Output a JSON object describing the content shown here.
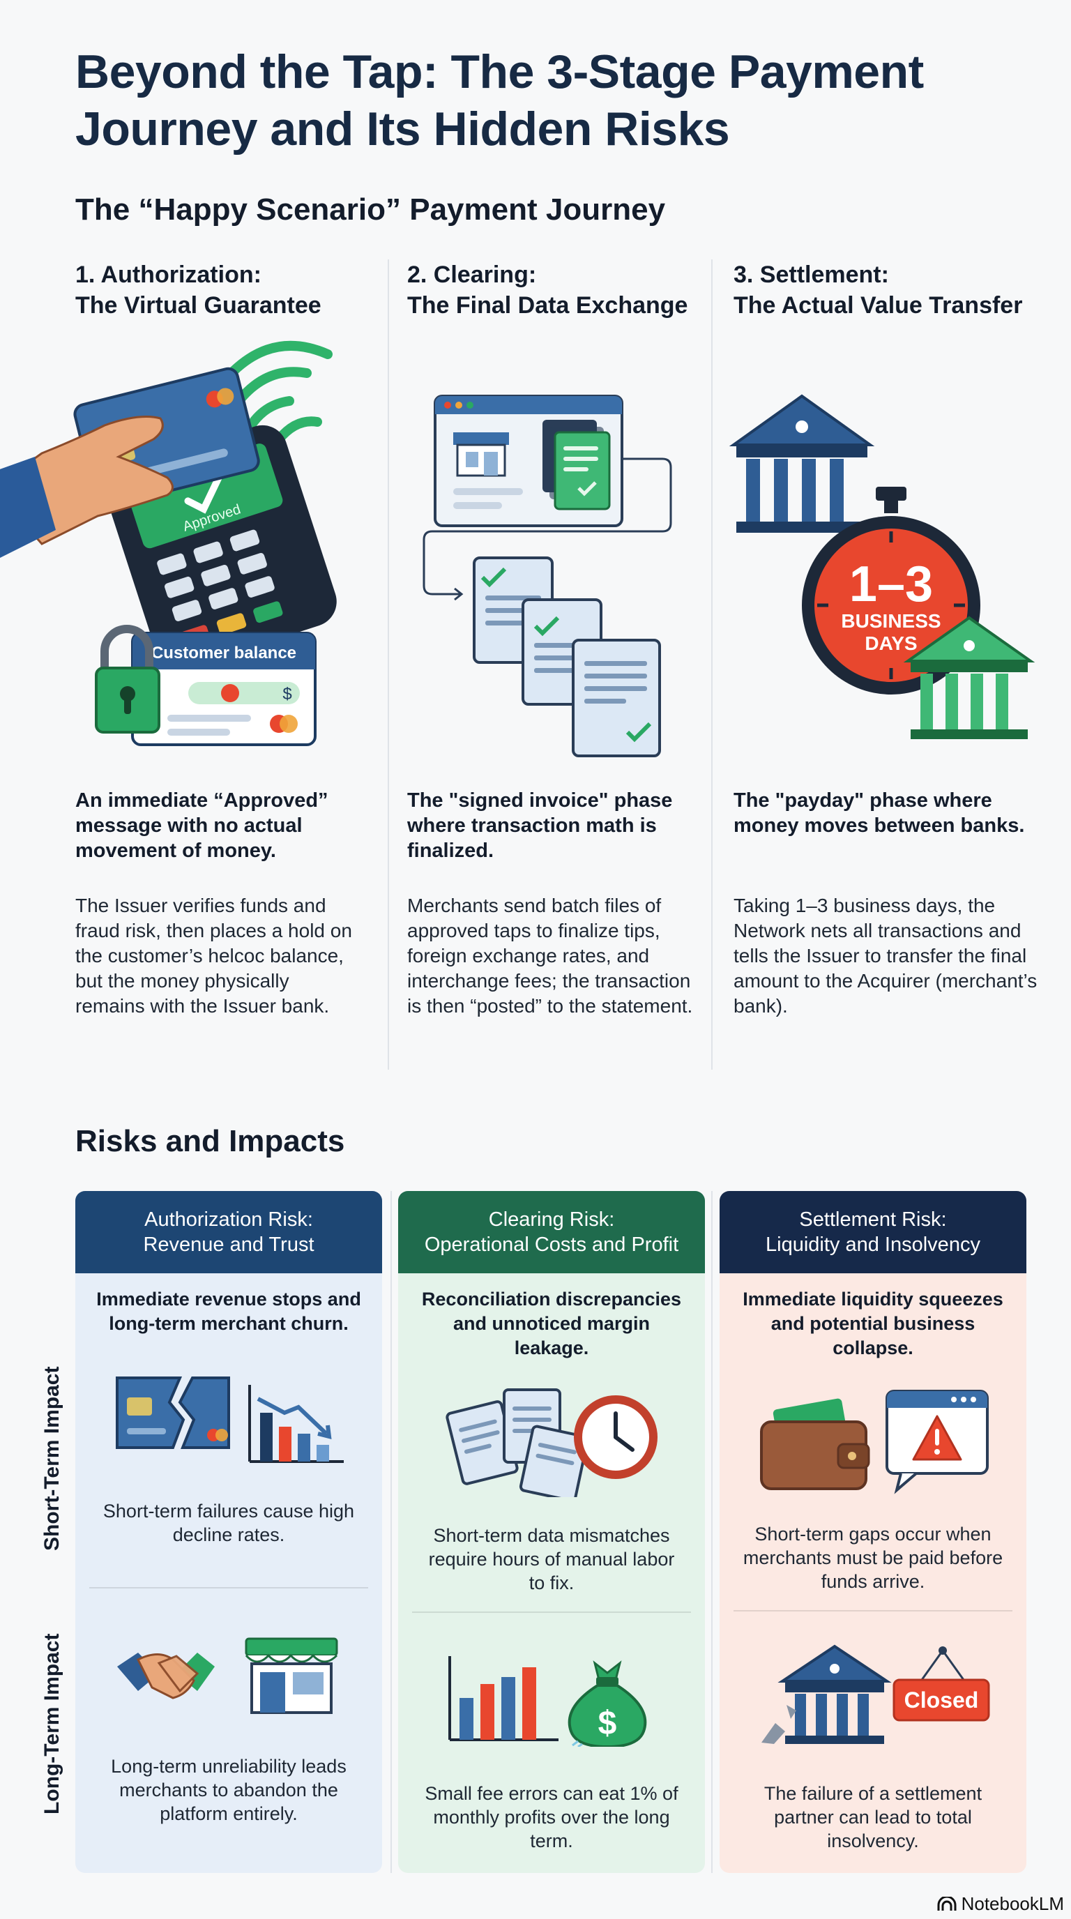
{
  "title": "Beyond the Tap: The 3-Stage Payment Journey and Its Hidden Risks",
  "journey_section_title": "The “Happy Scenario” Payment Journey",
  "stages": [
    {
      "heading_line1": "1. Authorization:",
      "heading_line2": "The Virtual Guarantee",
      "lead": "An immediate “Approved” message with no actual movement of money.",
      "body": "The Issuer verifies funds and fraud risk, then places a hold on the customer’s helcoc balance, but the money physically remains with the Issuer bank.",
      "illustration_labels": {
        "approved": "Approved",
        "balance": "Customer balance",
        "dollar": "$"
      }
    },
    {
      "heading_line1": "2. Clearing:",
      "heading_line2": "The Final Data Exchange",
      "lead": "The \"signed invoice\" phase where transaction math is finalized.",
      "body": "Merchants send batch files of approved taps to finalize tips, foreign exchange rates, and interchange fees; the transaction is then “posted” to the statement."
    },
    {
      "heading_line1": "3. Settlement:",
      "heading_line2": "The Actual Value Transfer",
      "lead": "The \"payday\" phase where money moves between banks.",
      "body": "Taking 1–3 business days, the Network nets all transactions and tells the Issuer to transfer the final amount to the Acquirer (merchant’s bank).",
      "illustration_labels": {
        "days_number": "1–3",
        "days_line1": "BUSINESS",
        "days_line2": "DAYS"
      }
    }
  ],
  "risks_section_title": "Risks and Impacts",
  "row_labels": {
    "short": "Short-Term Impact",
    "long": "Long-Term Impact"
  },
  "risks": [
    {
      "head_line1": "Authorization Risk:",
      "head_line2": "Revenue and Trust",
      "lead": "Immediate revenue stops and long-term merchant churn.",
      "short_text": "Short-term failures cause high decline rates.",
      "long_text": "Long-term unreliability leads merchants to abandon the platform entirely.",
      "header_color": "#1d4673",
      "bg_color": "#e6eef8"
    },
    {
      "head_line1": "Clearing Risk:",
      "head_line2": "Operational Costs and Profit",
      "lead": "Reconciliation discrepancies and unnoticed margin leakage.",
      "short_text": "Short-term data mismatches require hours of manual labor to fix.",
      "long_text": "Small fee errors can eat 1% of monthly profits over the long term.",
      "header_color": "#1f6b4d",
      "bg_color": "#e4f3ea",
      "dollar": "$"
    },
    {
      "head_line1": "Settlement Risk:",
      "head_line2": "Liquidity and Insolvency",
      "lead": "Immediate liquidity squeezes and potential business collapse.",
      "short_text": "Short-term gaps occur when merchants must be paid before funds arrive.",
      "long_text": "The failure of a settlement partner can lead to total insolvency.",
      "header_color": "#16294a",
      "bg_color": "#fce9e3",
      "closed_sign": "Closed"
    }
  ],
  "brand": "NotebookLM",
  "colors": {
    "navy": "#172a44",
    "green": "#1f6b4d",
    "red": "#e8472e",
    "blue": "#2f6fb0"
  }
}
